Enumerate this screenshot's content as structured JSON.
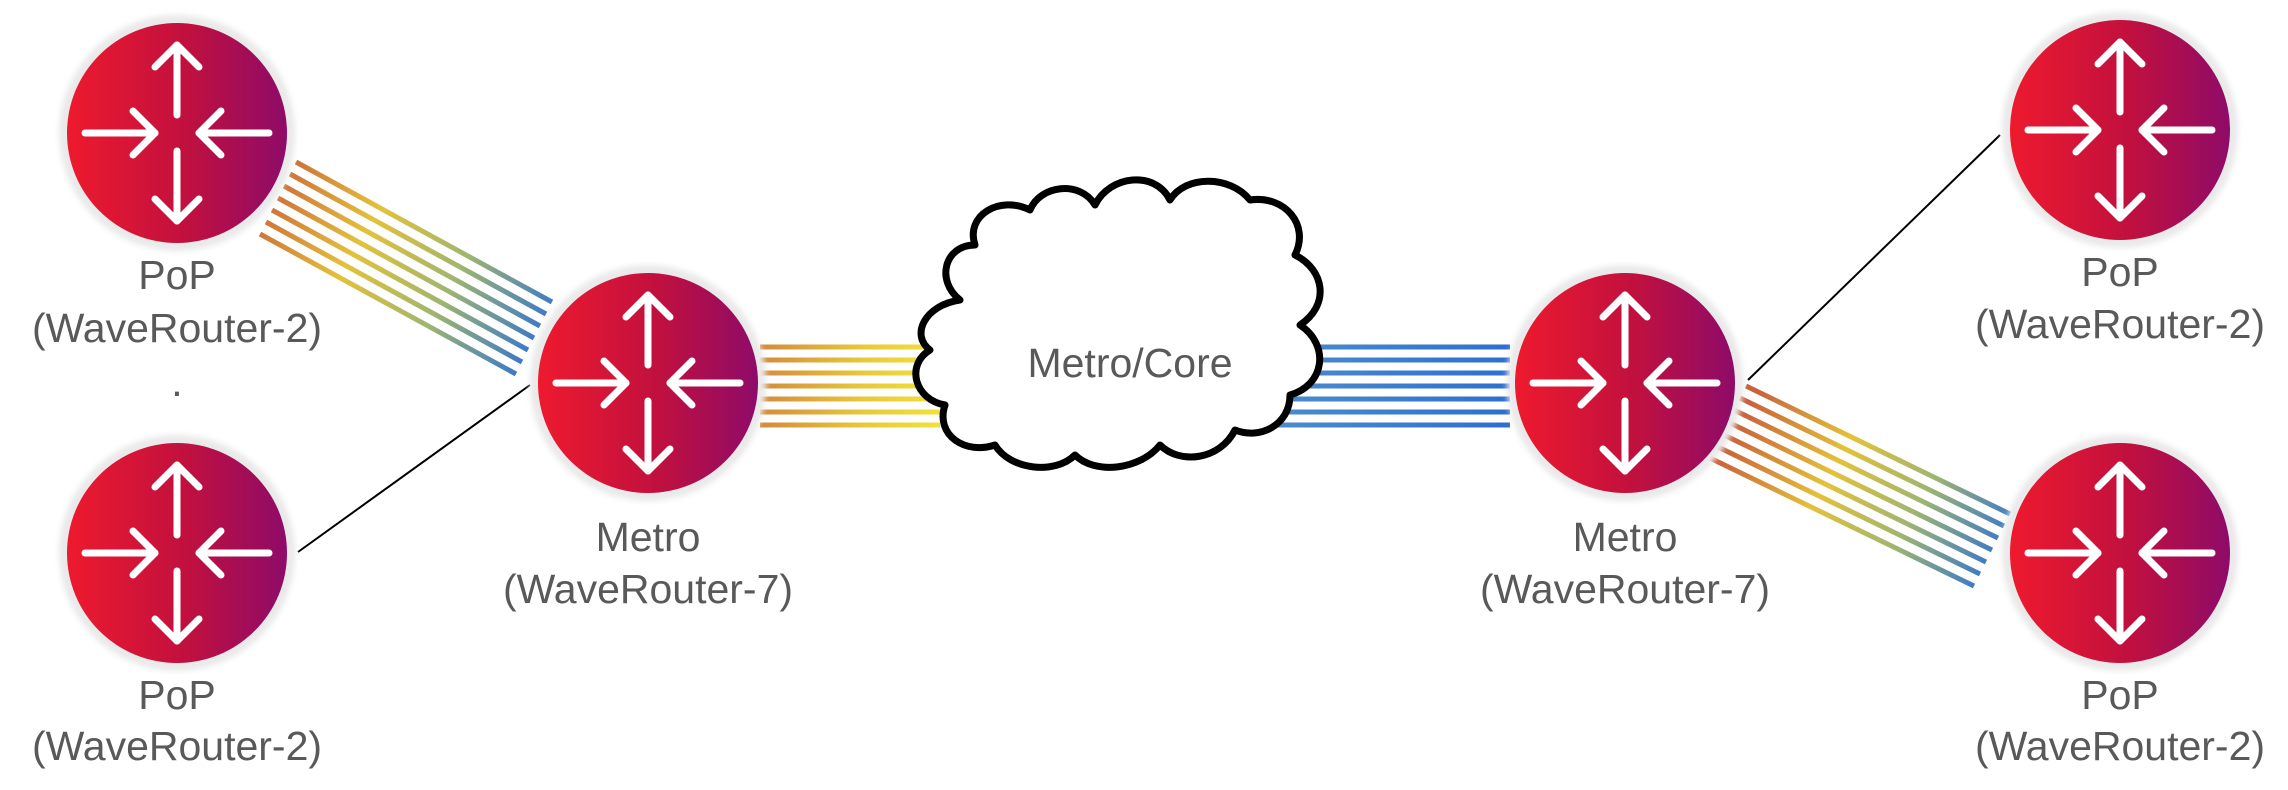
{
  "diagram": {
    "nodes": {
      "pop_top_left": {
        "line1": "PoP",
        "line2": "(WaveRouter-2)"
      },
      "pop_bottom_left": {
        "line1": "PoP",
        "line2": "(WaveRouter-2)"
      },
      "metro_left": {
        "line1": "Metro",
        "line2": "(WaveRouter-7)"
      },
      "pop_top_right": {
        "line1": "PoP",
        "line2": "(WaveRouter-2)"
      },
      "pop_bottom_right": {
        "line1": "PoP",
        "line2": "(WaveRouter-2)"
      },
      "metro_right": {
        "line1": "Metro",
        "line2": "(WaveRouter-7)"
      }
    },
    "cloud": {
      "label": "Metro/Core"
    },
    "ellipsis": ".",
    "colors": {
      "router_gradient_start": "#e8112d",
      "router_gradient_end": "#930a6a",
      "label": "#595959",
      "wave_warm": [
        "#d2703a",
        "#d89b3a",
        "#e6c93a",
        "#d8cf4a",
        "#8fb07a",
        "#4a8fd0"
      ],
      "single_link": "#000000"
    },
    "icons": [
      "router-icon",
      "cloud-icon"
    ]
  }
}
